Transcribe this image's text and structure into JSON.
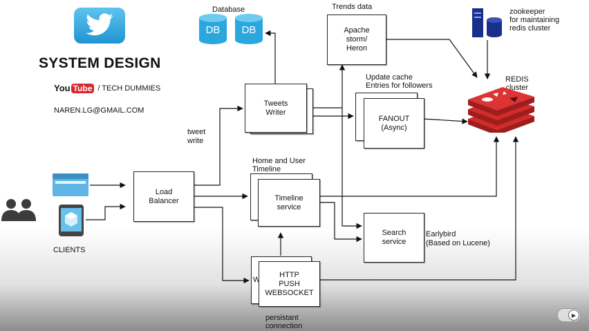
{
  "header": {
    "title": "SYSTEM DESIGN",
    "youtube_you": "You",
    "youtube_tube": "Tube",
    "channel": "/ TECH DUMMIES",
    "email": "NAREN.LG@GMAIL.COM"
  },
  "clients": {
    "label": "CLIENTS"
  },
  "labels": {
    "database": "Database",
    "db1": "DB",
    "db2": "DB",
    "trends_data": "Trends data",
    "zookeeper": [
      "zookeeper",
      "for  maintaining",
      "redis cluster"
    ],
    "redis": [
      "REDIS",
      "cluster"
    ],
    "update_cache": [
      "Update cache",
      "Entries for followers"
    ],
    "tweet_write": [
      "tweet",
      "write"
    ],
    "home_user_timeline": [
      "Home and User",
      "Timeline"
    ],
    "earlybird": [
      "Earlybird",
      "(Based on Lucene)"
    ],
    "persistant": [
      "persistant",
      "connection"
    ]
  },
  "boxes": {
    "load_balancer": [
      "Load",
      "Balancer"
    ],
    "tweets_writer": [
      "Tweets",
      "Writer"
    ],
    "apache_storm": [
      "Apache",
      "storm/",
      "Heron"
    ],
    "fanout": [
      "FANOUT",
      "(Async)"
    ],
    "timeline_service": [
      "Timeline",
      "service"
    ],
    "search_service": [
      "Search",
      "service"
    ],
    "http_push": [
      "HTTP",
      "PUSH",
      "WEBSOCKET"
    ],
    "http_push_back_letter": "W"
  },
  "colors": {
    "db_blue": "#2aa7df",
    "redis_red": "#d42a2a",
    "twitter_blue": "#1da1f2",
    "zookeeper_blue": "#1a2f8a",
    "youtube_red": "#d8262a"
  },
  "icons": [
    "twitter-bird-icon",
    "database-icon",
    "server-icon",
    "redis-stack-icon",
    "users-icon",
    "browser-icon",
    "mobile-app-icon",
    "play-icon"
  ]
}
